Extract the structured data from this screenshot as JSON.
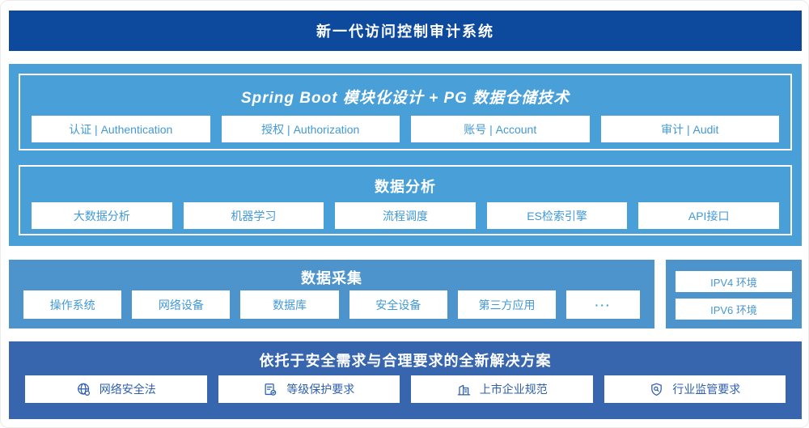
{
  "header": {
    "title": "新一代访问控制审计系统"
  },
  "platform": {
    "title": "Spring Boot 模块化设计 + PG 数据仓储技术",
    "modules": [
      "认证 | Authentication",
      "授权 | Authorization",
      "账号 | Account",
      "审计 | Audit"
    ]
  },
  "analysis": {
    "title": "数据分析",
    "modules": [
      "大数据分析",
      "机器学习",
      "流程调度",
      "ES检索引擎",
      "API接口"
    ]
  },
  "collection": {
    "title": "数据采集",
    "modules": [
      "操作系统",
      "网络设备",
      "数据库",
      "安全设备",
      "第三方应用",
      "···"
    ]
  },
  "environments": {
    "items": [
      "IPV4 环境",
      "IPV6 环境"
    ]
  },
  "solution": {
    "title": "依托于安全需求与合理要求的全新解决方案",
    "items": [
      {
        "icon": "globe-icon",
        "label": "网络安全法"
      },
      {
        "icon": "document-check-icon",
        "label": "等级保护要求"
      },
      {
        "icon": "building-icon",
        "label": "上市企业规范"
      },
      {
        "icon": "shield-search-icon",
        "label": "行业监管要求"
      }
    ]
  },
  "colors": {
    "banner_bg": "#0d4a9d",
    "platform_bg": "#49a0d9",
    "collection_bg": "#4d94cd",
    "solution_bg": "#3766ae",
    "module_text": "#4299d6",
    "solution_text": "#2e5fae",
    "white": "#ffffff"
  }
}
